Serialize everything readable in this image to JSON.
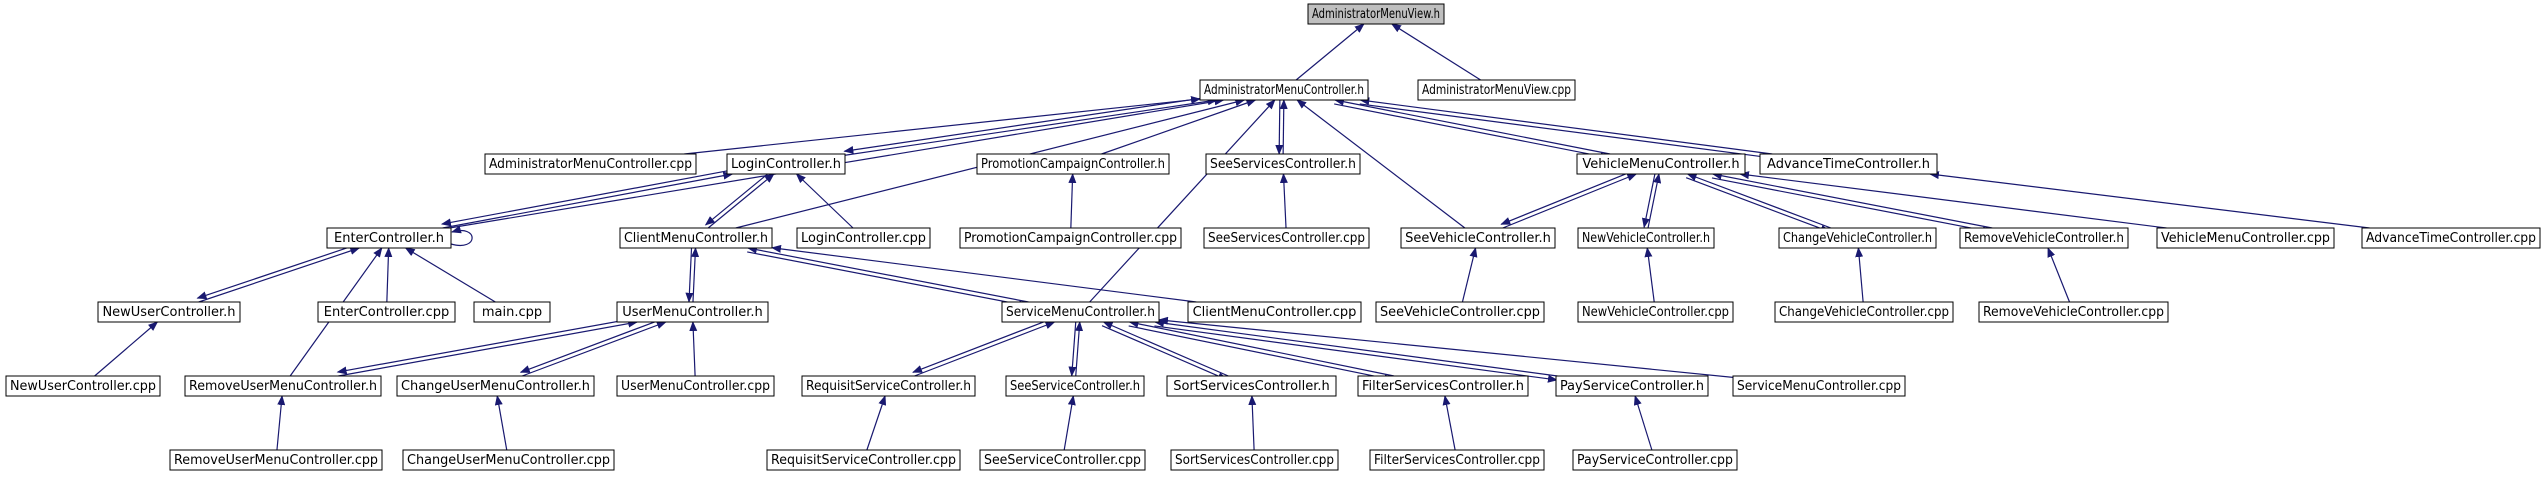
{
  "diagram": {
    "title": "",
    "colors": {
      "node_fill": "#ffffff",
      "root_fill": "#bfbfbf",
      "edge": "#191970",
      "border": "#000000"
    },
    "nodes": [
      {
        "id": "n0",
        "label": "AdministratorMenuView.h",
        "root": true
      },
      {
        "id": "n1",
        "label": "AdministratorMenuController.h"
      },
      {
        "id": "n2",
        "label": "AdministratorMenuView.cpp"
      },
      {
        "id": "n3",
        "label": "AdministratorMenuController.cpp"
      },
      {
        "id": "n4",
        "label": "LoginController.h"
      },
      {
        "id": "n5",
        "label": "PromotionCampaignController.h"
      },
      {
        "id": "n6",
        "label": "SeeServicesController.h"
      },
      {
        "id": "n7",
        "label": "VehicleMenuController.h"
      },
      {
        "id": "n8",
        "label": "AdvanceTimeController.h"
      },
      {
        "id": "n9",
        "label": "EnterController.h"
      },
      {
        "id": "n10",
        "label": "ClientMenuController.h"
      },
      {
        "id": "n11",
        "label": "LoginController.cpp"
      },
      {
        "id": "n12",
        "label": "PromotionCampaignController.cpp"
      },
      {
        "id": "n13",
        "label": "SeeServicesController.cpp"
      },
      {
        "id": "n14",
        "label": "SeeVehicleController.h"
      },
      {
        "id": "n15",
        "label": "NewVehicleController.h"
      },
      {
        "id": "n16",
        "label": "ChangeVehicleController.h"
      },
      {
        "id": "n17",
        "label": "RemoveVehicleController.h"
      },
      {
        "id": "n18",
        "label": "VehicleMenuController.cpp"
      },
      {
        "id": "n19",
        "label": "AdvanceTimeController.cpp"
      },
      {
        "id": "n20",
        "label": "NewUserController.h"
      },
      {
        "id": "n21",
        "label": "EnterController.cpp"
      },
      {
        "id": "n22",
        "label": "main.cpp"
      },
      {
        "id": "n23",
        "label": "UserMenuController.h"
      },
      {
        "id": "n24",
        "label": "ServiceMenuController.h"
      },
      {
        "id": "n25",
        "label": "ClientMenuController.cpp"
      },
      {
        "id": "n26",
        "label": "SeeVehicleController.cpp"
      },
      {
        "id": "n27",
        "label": "NewVehicleController.cpp"
      },
      {
        "id": "n28",
        "label": "ChangeVehicleController.cpp"
      },
      {
        "id": "n29",
        "label": "RemoveVehicleController.cpp"
      },
      {
        "id": "n30",
        "label": "NewUserController.cpp"
      },
      {
        "id": "n31",
        "label": "RemoveUserMenuController.h"
      },
      {
        "id": "n32",
        "label": "ChangeUserMenuController.h"
      },
      {
        "id": "n33",
        "label": "UserMenuController.cpp"
      },
      {
        "id": "n34",
        "label": "RequisitServiceController.h"
      },
      {
        "id": "n35",
        "label": "SeeServiceController.h"
      },
      {
        "id": "n36",
        "label": "SortServicesController.h"
      },
      {
        "id": "n37",
        "label": "FilterServicesController.h"
      },
      {
        "id": "n38",
        "label": "PayServiceController.h"
      },
      {
        "id": "n39",
        "label": "ServiceMenuController.cpp"
      },
      {
        "id": "n40",
        "label": "RemoveUserMenuController.cpp"
      },
      {
        "id": "n41",
        "label": "ChangeUserMenuController.cpp"
      },
      {
        "id": "n42",
        "label": "RequisitServiceController.cpp"
      },
      {
        "id": "n43",
        "label": "SeeServiceController.cpp"
      },
      {
        "id": "n44",
        "label": "SortServicesController.cpp"
      },
      {
        "id": "n45",
        "label": "FilterServicesController.cpp"
      },
      {
        "id": "n46",
        "label": "PayServiceController.cpp"
      }
    ],
    "edges": [
      {
        "from": "n1",
        "to": "n0"
      },
      {
        "from": "n2",
        "to": "n0"
      },
      {
        "from": "n3",
        "to": "n1"
      },
      {
        "from": "n4",
        "to": "n1"
      },
      {
        "from": "n5",
        "to": "n1"
      },
      {
        "from": "n6",
        "to": "n1"
      },
      {
        "from": "n7",
        "to": "n1"
      },
      {
        "from": "n8",
        "to": "n1"
      },
      {
        "from": "n9",
        "to": "n1"
      },
      {
        "from": "n10",
        "to": "n1"
      },
      {
        "from": "n14",
        "to": "n1"
      },
      {
        "from": "n24",
        "to": "n1"
      },
      {
        "from": "n1",
        "to": "n4"
      },
      {
        "from": "n1",
        "to": "n6"
      },
      {
        "from": "n1",
        "to": "n7"
      },
      {
        "from": "n1",
        "to": "n8"
      },
      {
        "from": "n11",
        "to": "n4"
      },
      {
        "from": "n9",
        "to": "n4"
      },
      {
        "from": "n10",
        "to": "n4"
      },
      {
        "from": "n4",
        "to": "n9"
      },
      {
        "from": "n4",
        "to": "n10"
      },
      {
        "from": "n12",
        "to": "n5"
      },
      {
        "from": "n13",
        "to": "n6"
      },
      {
        "from": "n14",
        "to": "n7"
      },
      {
        "from": "n15",
        "to": "n7"
      },
      {
        "from": "n16",
        "to": "n7"
      },
      {
        "from": "n17",
        "to": "n7"
      },
      {
        "from": "n18",
        "to": "n7"
      },
      {
        "from": "n7",
        "to": "n14"
      },
      {
        "from": "n7",
        "to": "n15"
      },
      {
        "from": "n7",
        "to": "n16"
      },
      {
        "from": "n7",
        "to": "n17"
      },
      {
        "from": "n19",
        "to": "n8"
      },
      {
        "from": "n20",
        "to": "n9"
      },
      {
        "from": "n21",
        "to": "n9"
      },
      {
        "from": "n22",
        "to": "n9"
      },
      {
        "from": "n31",
        "to": "n9"
      },
      {
        "from": "n9",
        "to": "n9"
      },
      {
        "from": "n9",
        "to": "n20"
      },
      {
        "from": "n23",
        "to": "n10"
      },
      {
        "from": "n24",
        "to": "n10"
      },
      {
        "from": "n25",
        "to": "n10"
      },
      {
        "from": "n10",
        "to": "n23"
      },
      {
        "from": "n10",
        "to": "n24"
      },
      {
        "from": "n26",
        "to": "n14"
      },
      {
        "from": "n27",
        "to": "n15"
      },
      {
        "from": "n28",
        "to": "n16"
      },
      {
        "from": "n29",
        "to": "n17"
      },
      {
        "from": "n30",
        "to": "n20"
      },
      {
        "from": "n31",
        "to": "n23"
      },
      {
        "from": "n32",
        "to": "n23"
      },
      {
        "from": "n33",
        "to": "n23"
      },
      {
        "from": "n23",
        "to": "n31"
      },
      {
        "from": "n23",
        "to": "n32"
      },
      {
        "from": "n34",
        "to": "n24"
      },
      {
        "from": "n35",
        "to": "n24"
      },
      {
        "from": "n36",
        "to": "n24"
      },
      {
        "from": "n37",
        "to": "n24"
      },
      {
        "from": "n38",
        "to": "n24"
      },
      {
        "from": "n39",
        "to": "n24"
      },
      {
        "from": "n24",
        "to": "n34"
      },
      {
        "from": "n24",
        "to": "n35"
      },
      {
        "from": "n24",
        "to": "n36"
      },
      {
        "from": "n24",
        "to": "n37"
      },
      {
        "from": "n24",
        "to": "n38"
      },
      {
        "from": "n40",
        "to": "n31"
      },
      {
        "from": "n41",
        "to": "n32"
      },
      {
        "from": "n42",
        "to": "n34"
      },
      {
        "from": "n43",
        "to": "n35"
      },
      {
        "from": "n44",
        "to": "n36"
      },
      {
        "from": "n45",
        "to": "n37"
      },
      {
        "from": "n46",
        "to": "n38"
      }
    ]
  }
}
